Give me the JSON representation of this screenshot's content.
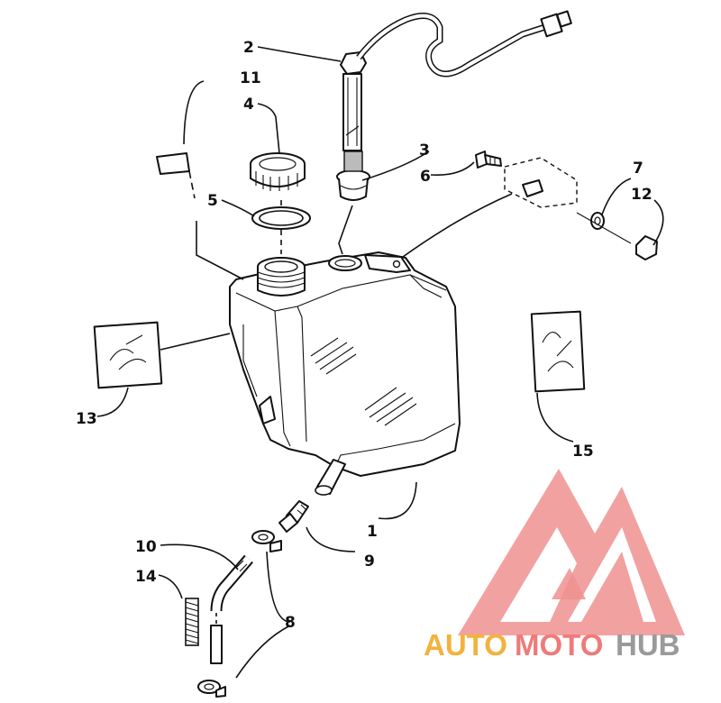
{
  "callouts": [
    "1",
    "2",
    "3",
    "4",
    "5",
    "6",
    "7",
    "8",
    "9",
    "10",
    "11",
    "12",
    "13",
    "14",
    "15"
  ],
  "watermark": {
    "auto": "AUTO",
    "moto": "MOTO",
    "hub": "HUB"
  },
  "colors": {
    "logo_red": "#ef7f7f",
    "auto_orange": "#f3b23c",
    "moto_red": "#f07a7a",
    "hub_gray": "#9a9a9a",
    "ink": "#111111"
  }
}
